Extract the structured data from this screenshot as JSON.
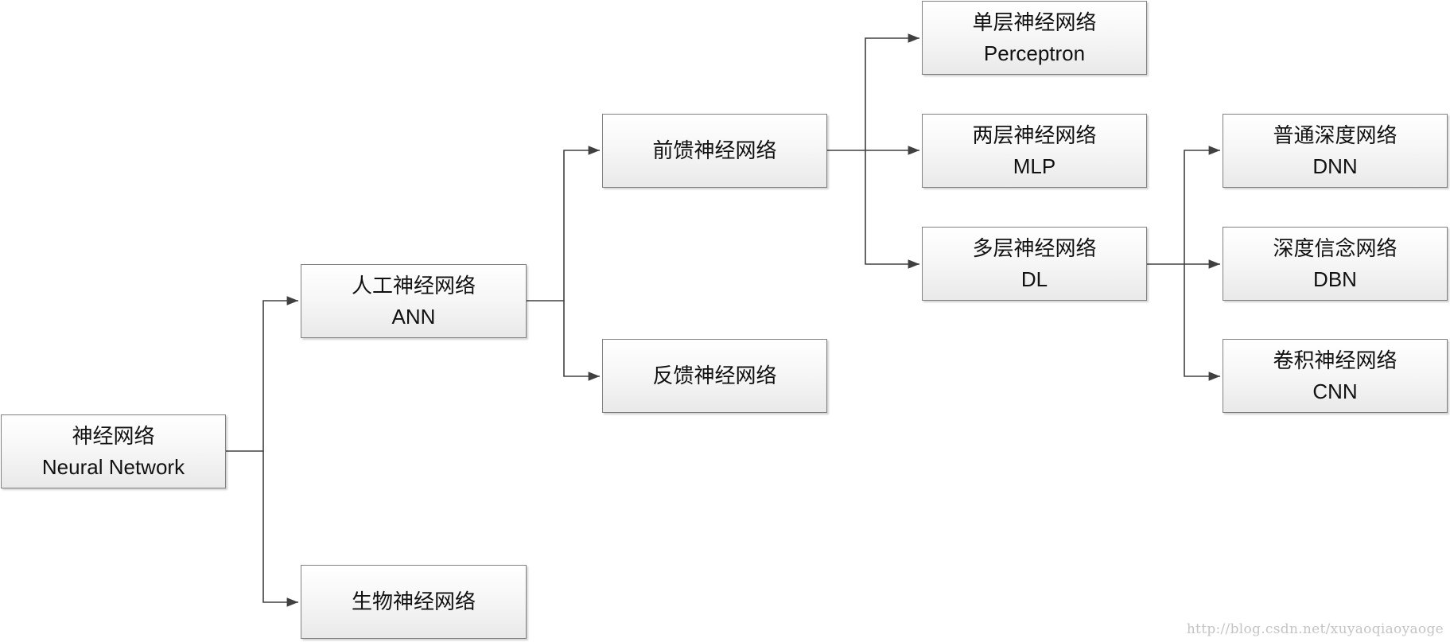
{
  "nodes": {
    "root": {
      "zh": "神经网络",
      "en": "Neural Network"
    },
    "ann": {
      "zh": "人工神经网络",
      "en": "ANN"
    },
    "bio": {
      "zh": "生物神经网络",
      "en": ""
    },
    "ff": {
      "zh": "前馈神经网络",
      "en": ""
    },
    "fb": {
      "zh": "反馈神经网络",
      "en": ""
    },
    "single": {
      "zh": "单层神经网络",
      "en": "Perceptron"
    },
    "twolayer": {
      "zh": "两层神经网络",
      "en": "MLP"
    },
    "multi": {
      "zh": "多层神经网络",
      "en": "DL"
    },
    "dnn": {
      "zh": "普通深度网络",
      "en": "DNN"
    },
    "dbn": {
      "zh": "深度信念网络",
      "en": "DBN"
    },
    "cnn": {
      "zh": "卷积神经网络",
      "en": "CNN"
    }
  },
  "edges": [
    {
      "from": "root",
      "to": [
        "ann",
        "bio"
      ]
    },
    {
      "from": "ann",
      "to": [
        "ff",
        "fb"
      ]
    },
    {
      "from": "ff",
      "to": [
        "single",
        "twolayer",
        "multi"
      ]
    },
    {
      "from": "multi",
      "to": [
        "dnn",
        "dbn",
        "cnn"
      ]
    }
  ],
  "colors": {
    "connector": "#404040",
    "node_border": "#808080"
  },
  "watermark": "http://blog.csdn.net/xuyaoqiaoyaoge"
}
